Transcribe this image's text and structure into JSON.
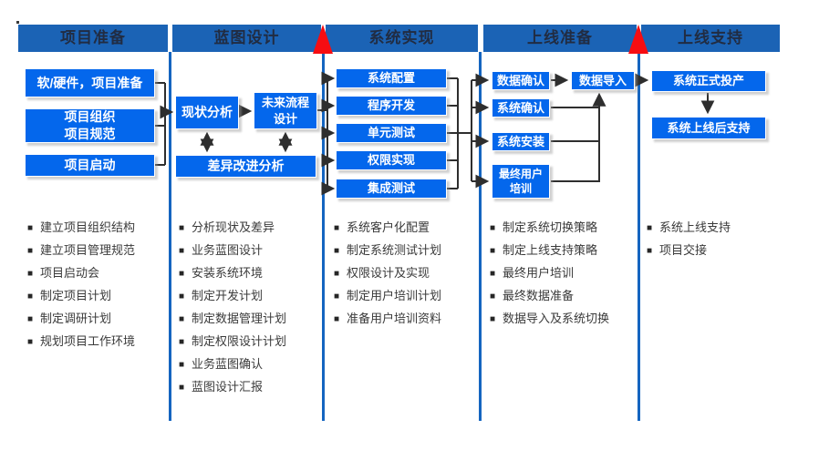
{
  "colors": {
    "header_bg": "#1b63b5",
    "header_text": "#212c42",
    "box_bg": "#0467ec",
    "box_text": "#ffffff",
    "divider_line": "#1565c0",
    "milestone_red": "#f60d12",
    "connector": "#2e2e2e",
    "task_text": "#3a3a3a"
  },
  "phases": [
    {
      "header": "项目准备",
      "boxes": [
        "软/硬件，项目准备",
        "项目组织\n项目规范",
        "项目启动"
      ],
      "tasks": [
        "建立项目组织结构",
        "建立项目管理规范",
        "项目启动会",
        "制定项目计划",
        "制定调研计划",
        "规划项目工作环境"
      ]
    },
    {
      "header": "蓝图设计",
      "boxes": [
        "现状分析",
        "未来流程设计",
        "差异改进分析"
      ],
      "tasks": [
        "分析现状及差异",
        "业务蓝图设计",
        "安装系统环境",
        "制定开发计划",
        "制定数据管理计划",
        "制定权限设计计划",
        "业务蓝图确认",
        "蓝图设计汇报"
      ]
    },
    {
      "header": "系统实现",
      "boxes": [
        "系统配置",
        "程序开发",
        "单元测试",
        "权限实现",
        "集成测试"
      ],
      "tasks": [
        "系统客户化配置",
        "制定系统测试计划",
        "权限设计及实现",
        "制定用户培训计划",
        "准备用户培训资料"
      ]
    },
    {
      "header": "上线准备",
      "boxes": [
        "数据确认",
        "数据导入",
        "系统确认",
        "系统安装",
        "最终用户培训"
      ],
      "tasks": [
        "制定系统切换策略",
        "制定上线支持策略",
        "最终用户培训",
        "最终数据准备",
        "数据导入及系统切换"
      ]
    },
    {
      "header": "上线支持",
      "boxes": [
        "系统正式投产",
        "系统上线后支持"
      ],
      "tasks": [
        "系统上线支持",
        "项目交接"
      ]
    }
  ]
}
